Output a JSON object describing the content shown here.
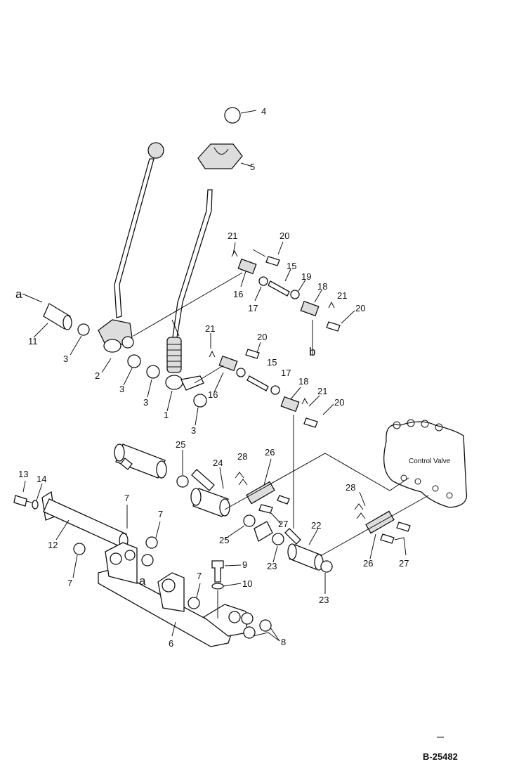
{
  "diagram": {
    "code": "B-25482",
    "control_valve_label": "Control Valve",
    "view_markers": {
      "a": "a",
      "b": "b"
    },
    "callouts": {
      "c1": "1",
      "c2": "2",
      "c3a": "3",
      "c3b": "3",
      "c3c": "3",
      "c3d": "3",
      "c4": "4",
      "c5": "5",
      "c6": "6",
      "c7a": "7",
      "c7b": "7",
      "c7c": "7",
      "c7d": "7",
      "c8": "8",
      "c9": "9",
      "c10": "10",
      "c11": "11",
      "c12": "12",
      "c13": "13",
      "c14": "14",
      "c15a": "15",
      "c15b": "15",
      "c16a": "16",
      "c16b": "16",
      "c17a": "17",
      "c17b": "17",
      "c18a": "18",
      "c18b": "18",
      "c19": "19",
      "c20a": "20",
      "c20b": "20",
      "c20c": "20",
      "c20d": "20",
      "c21a": "21",
      "c21b": "21",
      "c21c": "21",
      "c21d": "21",
      "c22": "22",
      "c23a": "23",
      "c23b": "23",
      "c24": "24",
      "c25a": "25",
      "c25b": "25",
      "c26a": "26",
      "c26b": "26",
      "c27a": "27",
      "c27b": "27",
      "c28a": "28",
      "c28b": "28"
    }
  }
}
